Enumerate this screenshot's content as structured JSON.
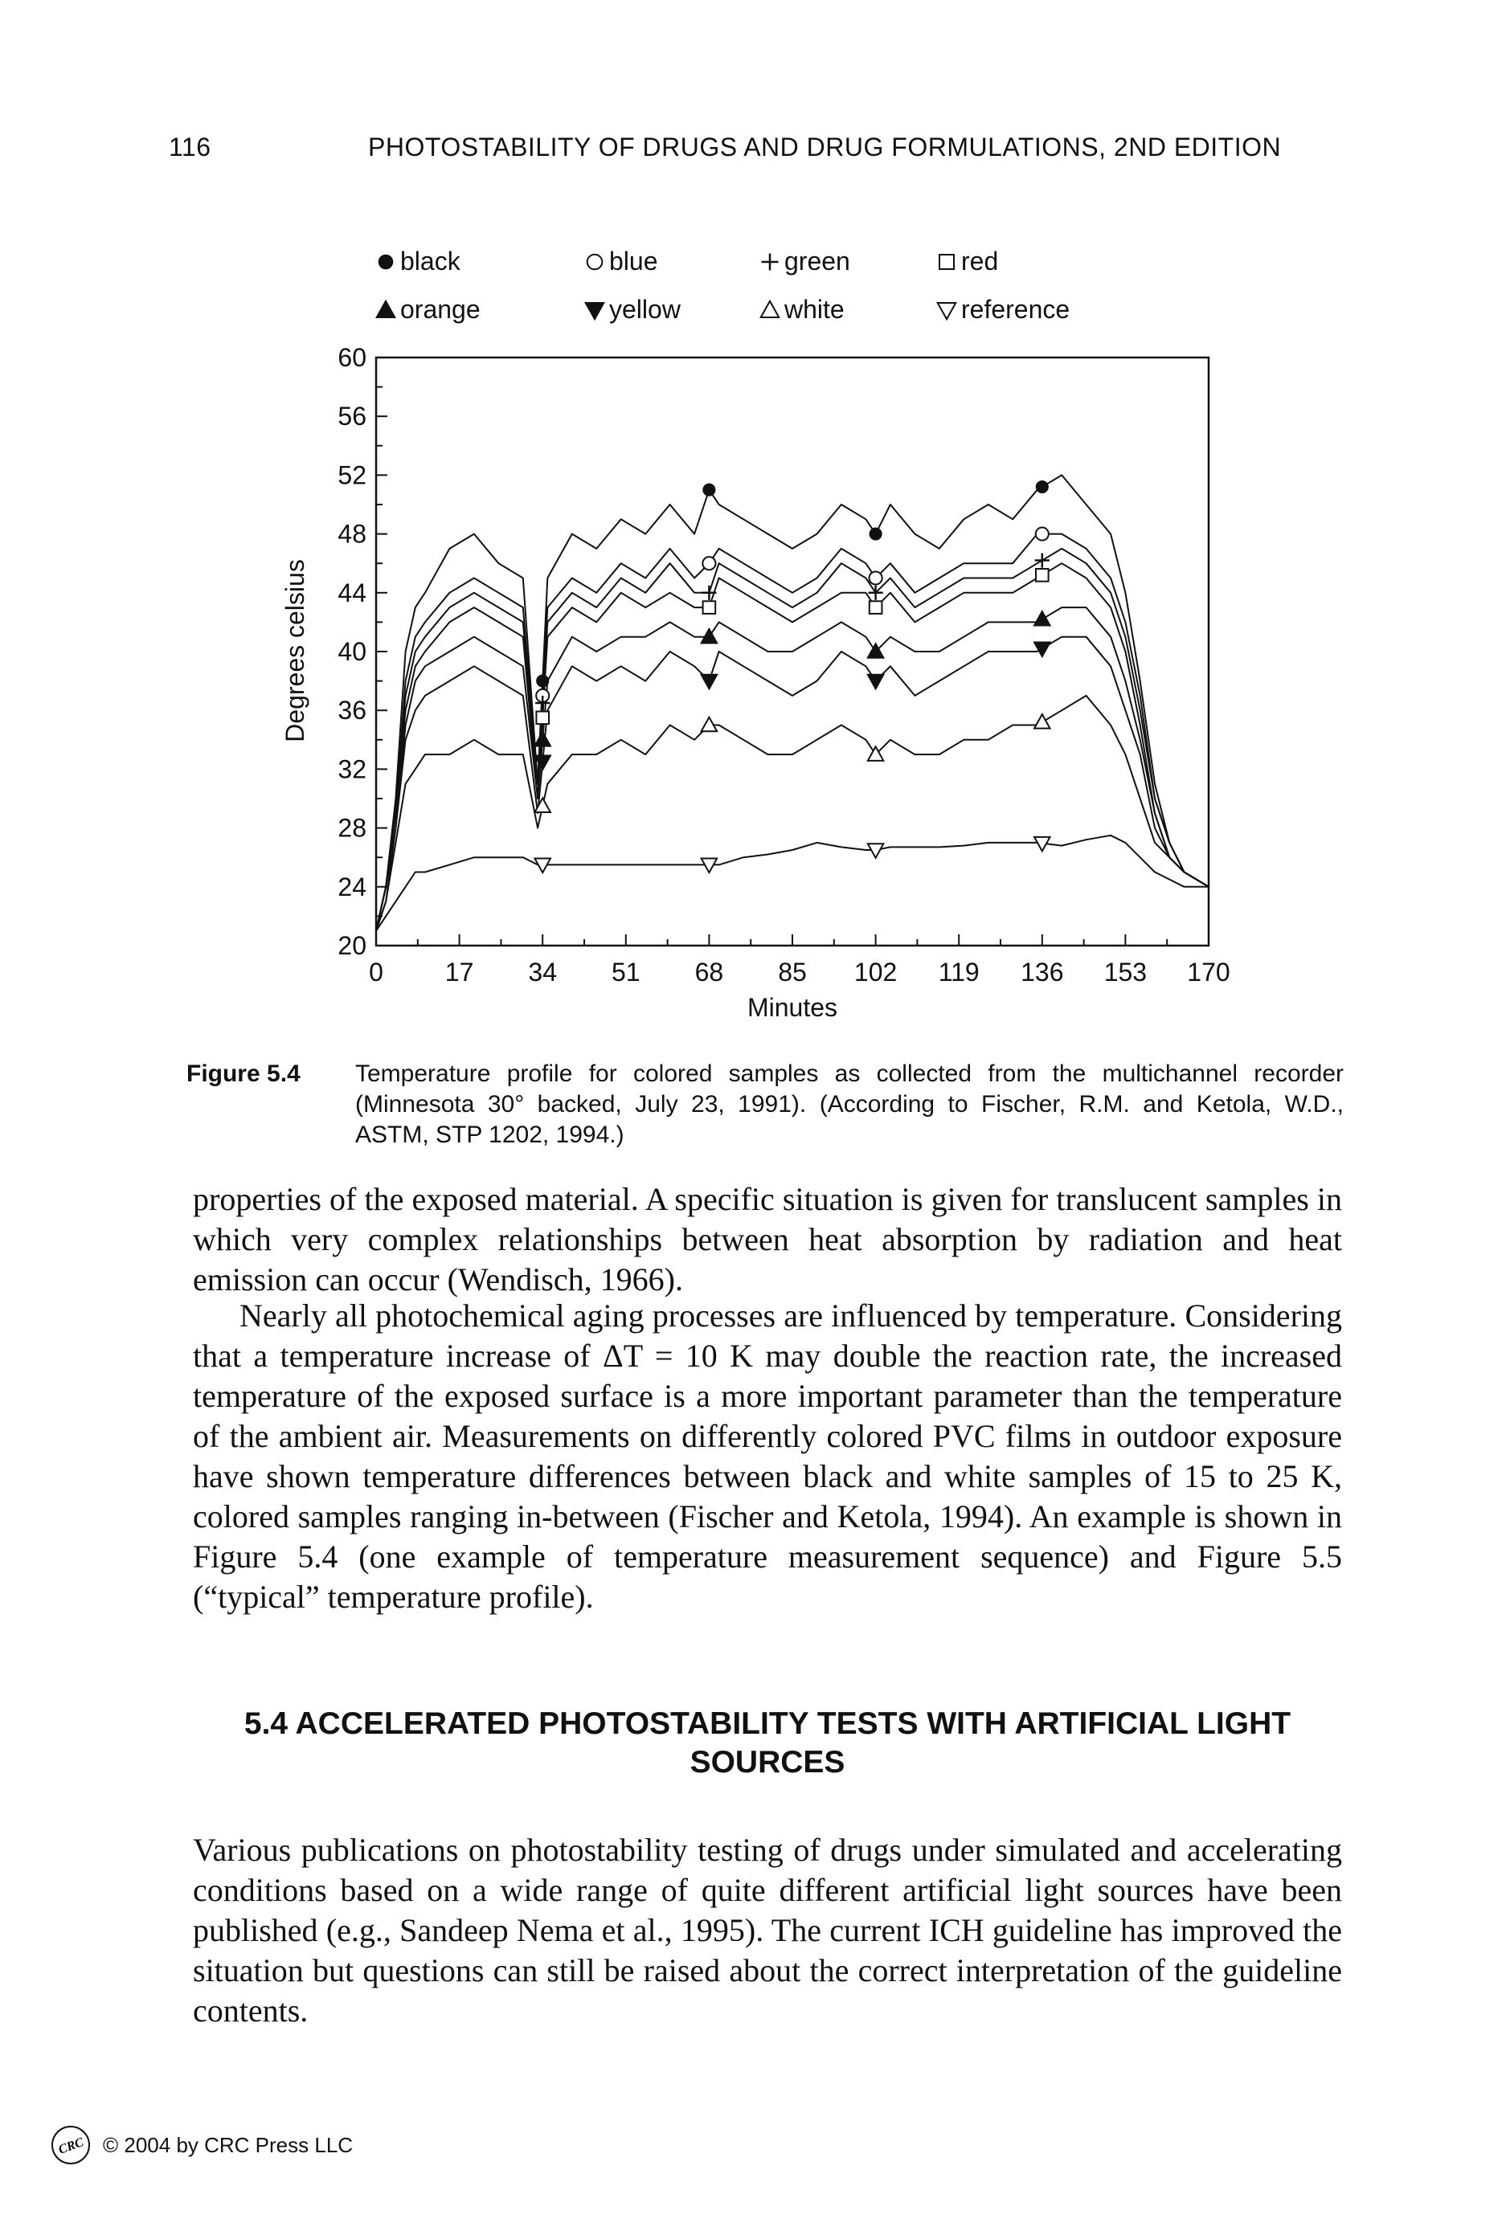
{
  "header": {
    "page_number": "116",
    "running_title": "PHOTOSTABILITY OF DRUGS AND DRUG FORMULATIONS, 2ND EDITION"
  },
  "figure": {
    "caption_label": "Figure 5.4",
    "caption_text": "Temperature profile for colored samples as collected from the multichannel recorder (Minnesota 30° backed, July 23, 1991). (According to Fischer, R.M. and Ketola, W.D., ASTM, STP 1202, 1994.)"
  },
  "chart_data": {
    "type": "line",
    "title": "",
    "xlabel": "Minutes",
    "ylabel": "Degrees celsius",
    "xlim": [
      0,
      170
    ],
    "ylim": [
      20,
      60
    ],
    "x_ticks": [
      0,
      17,
      34,
      51,
      68,
      85,
      102,
      119,
      136,
      153,
      170
    ],
    "y_ticks": [
      20,
      24,
      28,
      32,
      36,
      40,
      44,
      48,
      52,
      56,
      60
    ],
    "grid": false,
    "legend_position": "top",
    "legend": [
      {
        "symbol": "●",
        "name": "black"
      },
      {
        "symbol": "○",
        "name": "blue"
      },
      {
        "symbol": "+",
        "name": "green"
      },
      {
        "symbol": "□",
        "name": "red"
      },
      {
        "symbol": "▲",
        "name": "orange"
      },
      {
        "symbol": "▼",
        "name": "yellow"
      },
      {
        "symbol": "△",
        "name": "white"
      },
      {
        "symbol": "▽",
        "name": "reference"
      }
    ],
    "x": [
      0,
      2,
      4,
      6,
      8,
      10,
      15,
      20,
      25,
      30,
      33,
      35,
      40,
      45,
      50,
      55,
      60,
      65,
      68,
      70,
      75,
      80,
      85,
      90,
      95,
      100,
      102,
      105,
      110,
      115,
      120,
      125,
      130,
      135,
      140,
      145,
      150,
      153,
      156,
      159,
      162,
      165,
      170
    ],
    "series": [
      {
        "name": "black",
        "marker": "●",
        "values": [
          21,
          24,
          30,
          40,
          43,
          44,
          47,
          48,
          46,
          45,
          31,
          45,
          48,
          47,
          49,
          48,
          50,
          48,
          51,
          50,
          49,
          48,
          47,
          48,
          50,
          49,
          48,
          50,
          48,
          47,
          49,
          50,
          49,
          51,
          52,
          50,
          48,
          44,
          38,
          31,
          27,
          25,
          24
        ]
      },
      {
        "name": "blue",
        "marker": "○",
        "values": [
          21,
          24,
          29,
          38,
          41,
          42,
          44,
          45,
          44,
          43,
          31,
          43,
          45,
          44,
          46,
          45,
          47,
          45,
          46,
          47,
          46,
          45,
          44,
          45,
          47,
          46,
          45,
          46,
          44,
          45,
          46,
          46,
          46,
          48,
          48,
          47,
          45,
          42,
          37,
          30,
          27,
          25,
          24
        ]
      },
      {
        "name": "green",
        "marker": "+",
        "values": [
          21,
          24,
          29,
          37,
          40,
          41,
          43,
          44,
          43,
          42,
          31,
          42,
          44,
          43,
          45,
          44,
          46,
          44,
          44,
          46,
          45,
          44,
          43,
          44,
          46,
          45,
          44,
          45,
          43,
          44,
          45,
          45,
          45,
          46,
          47,
          46,
          44,
          41,
          36,
          30,
          27,
          25,
          24
        ]
      },
      {
        "name": "red",
        "marker": "□",
        "values": [
          21,
          24,
          29,
          36,
          39,
          40,
          42,
          43,
          42,
          41,
          30,
          41,
          43,
          42,
          44,
          43,
          44,
          43,
          43,
          45,
          44,
          43,
          42,
          43,
          44,
          44,
          43,
          44,
          42,
          43,
          44,
          44,
          44,
          45,
          46,
          45,
          43,
          40,
          35,
          29,
          26,
          25,
          24
        ]
      },
      {
        "name": "orange",
        "marker": "▲",
        "values": [
          21,
          24,
          28,
          35,
          38,
          39,
          40,
          41,
          40,
          39,
          30,
          38,
          41,
          40,
          41,
          41,
          42,
          41,
          41,
          42,
          41,
          40,
          40,
          41,
          42,
          41,
          40,
          41,
          40,
          40,
          41,
          42,
          42,
          42,
          43,
          43,
          41,
          38,
          34,
          29,
          26,
          25,
          24
        ]
      },
      {
        "name": "yellow",
        "marker": "▼",
        "values": [
          21,
          23,
          28,
          34,
          36,
          37,
          38,
          39,
          38,
          37,
          29,
          36,
          39,
          38,
          39,
          38,
          40,
          39,
          38,
          40,
          39,
          38,
          37,
          38,
          40,
          39,
          38,
          39,
          37,
          38,
          39,
          40,
          40,
          40,
          41,
          41,
          39,
          36,
          33,
          28,
          26,
          25,
          24
        ]
      },
      {
        "name": "white",
        "marker": "△",
        "values": [
          21,
          23,
          27,
          31,
          32,
          33,
          33,
          34,
          33,
          33,
          28,
          31,
          33,
          33,
          34,
          33,
          35,
          34,
          35,
          35,
          34,
          33,
          33,
          34,
          35,
          34,
          33,
          34,
          33,
          33,
          34,
          34,
          35,
          35,
          36,
          37,
          35,
          33,
          30,
          27,
          26,
          25,
          24
        ]
      },
      {
        "name": "reference",
        "marker": "▽",
        "values": [
          21,
          22,
          23,
          24,
          25,
          25,
          25.5,
          26,
          26,
          26,
          25.5,
          25.5,
          25.5,
          25.5,
          25.5,
          25.5,
          25.5,
          25.5,
          25.5,
          25.5,
          26,
          26.2,
          26.5,
          27,
          26.7,
          26.5,
          26.5,
          26.7,
          26.7,
          26.7,
          26.8,
          27,
          27,
          27,
          26.8,
          27.2,
          27.5,
          27,
          26,
          25,
          24.5,
          24,
          24
        ]
      }
    ],
    "marker_x": [
      34,
      68,
      102,
      136
    ]
  },
  "paragraphs": [
    "properties of the exposed material. A specific situation is given for translucent samples in which very complex relationships between heat absorption by radiation and heat emission can occur (Wendisch, 1966).",
    "Nearly all photochemical aging processes are influenced by temperature. Considering that a temperature increase of ΔT = 10 K may double the reaction rate, the increased temperature of the exposed surface is a more important parameter than the temperature of the ambient air. Measurements on differently colored PVC films in outdoor exposure have shown temperature differences between black and white samples of 15 to 25 K, colored samples ranging in-between (Fischer and Ketola, 1994). An example is shown in Figure 5.4 (one example of temperature measurement sequence) and Figure 5.5 (“typical” temperature profile)."
  ],
  "section": {
    "heading": "5.4 ACCELERATED PHOTOSTABILITY TESTS WITH ARTIFICIAL LIGHT SOURCES",
    "paragraph": "Various publications on photostability testing of drugs under simulated and accelerating conditions based on a wide range of quite different artificial light sources have been published (e.g., Sandeep Nema et al., 1995). The current ICH guideline has improved the situation but questions can still be raised about the correct interpretation of the guideline contents."
  },
  "footer": {
    "logo_text": "CRC",
    "copyright": "© 2004 by CRC Press LLC"
  }
}
